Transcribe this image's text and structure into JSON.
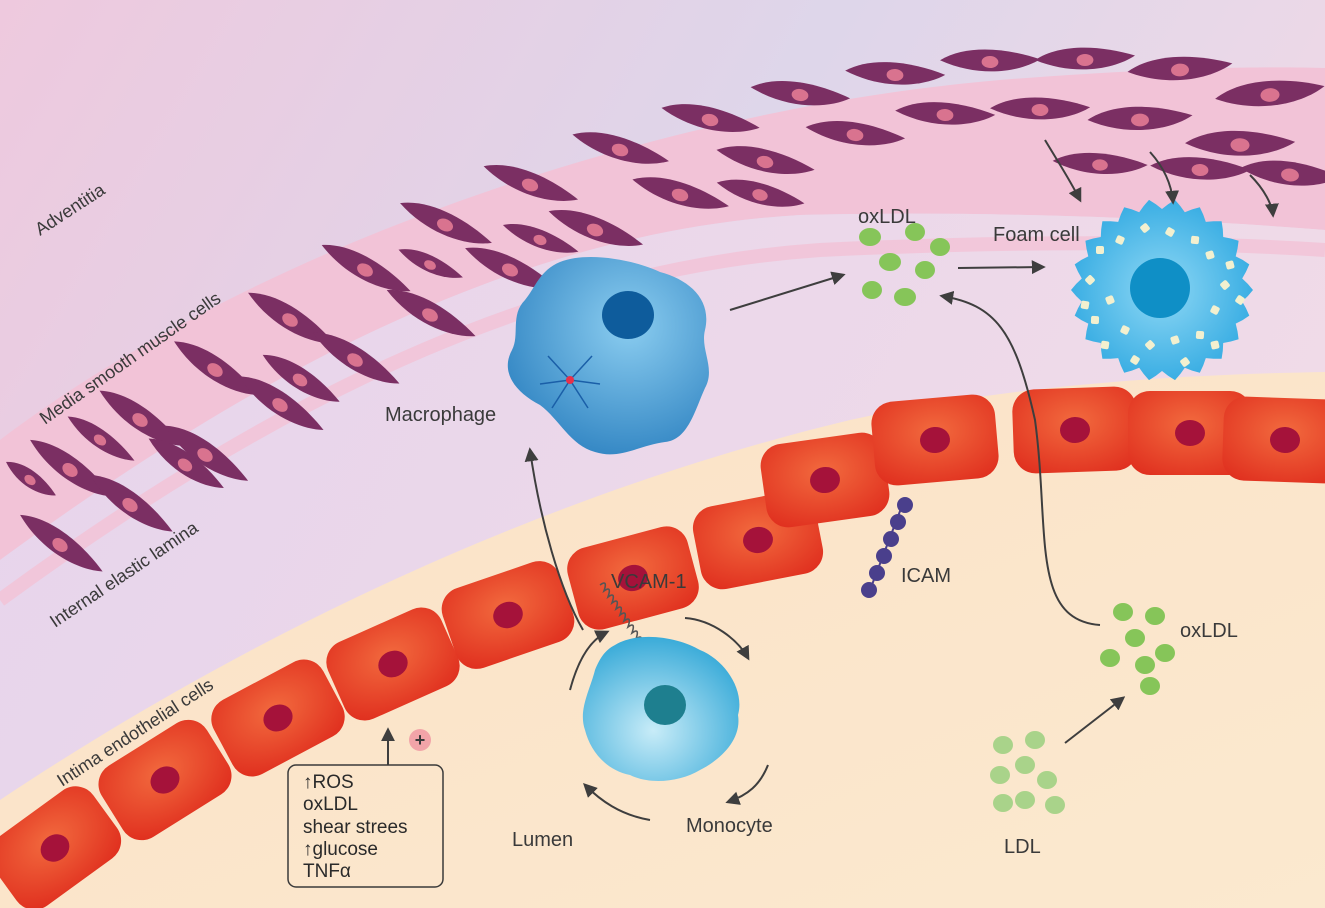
{
  "labels": {
    "adventitia": "Adventitia",
    "media": "Media smooth muscle cells",
    "iel": "Internal elastic lamina",
    "intima": "Intima endothelial cells",
    "oxldl_top": "oxLDL",
    "foam_cell": "Foam cell",
    "macrophage": "Macrophage",
    "vcam": "VCAM-1",
    "icam": "ICAM",
    "oxldl_right": "oxLDL",
    "ldl": "LDL",
    "lumen": "Lumen",
    "monocyte": "Monocyte"
  },
  "stimuli_box": {
    "lines": [
      "↑ROS",
      "oxLDL",
      "shear strees",
      "↑glucose",
      "TNFα"
    ],
    "plus_symbol": "+"
  },
  "colors": {
    "smooth_muscle": "#7b2f63",
    "smooth_muscle_nucleus": "#d9738f",
    "endothelial": "#e5402a",
    "endothelial_nucleus": "#a5123a",
    "lipid": "#86c559",
    "ldl": "#a9d38a",
    "macrophage": "#3f94cc",
    "monocyte": "#4cb8dd",
    "foam_cell": "#3ab2e4",
    "icam": "#4a3f8c",
    "arrow": "#3e3e3e"
  }
}
